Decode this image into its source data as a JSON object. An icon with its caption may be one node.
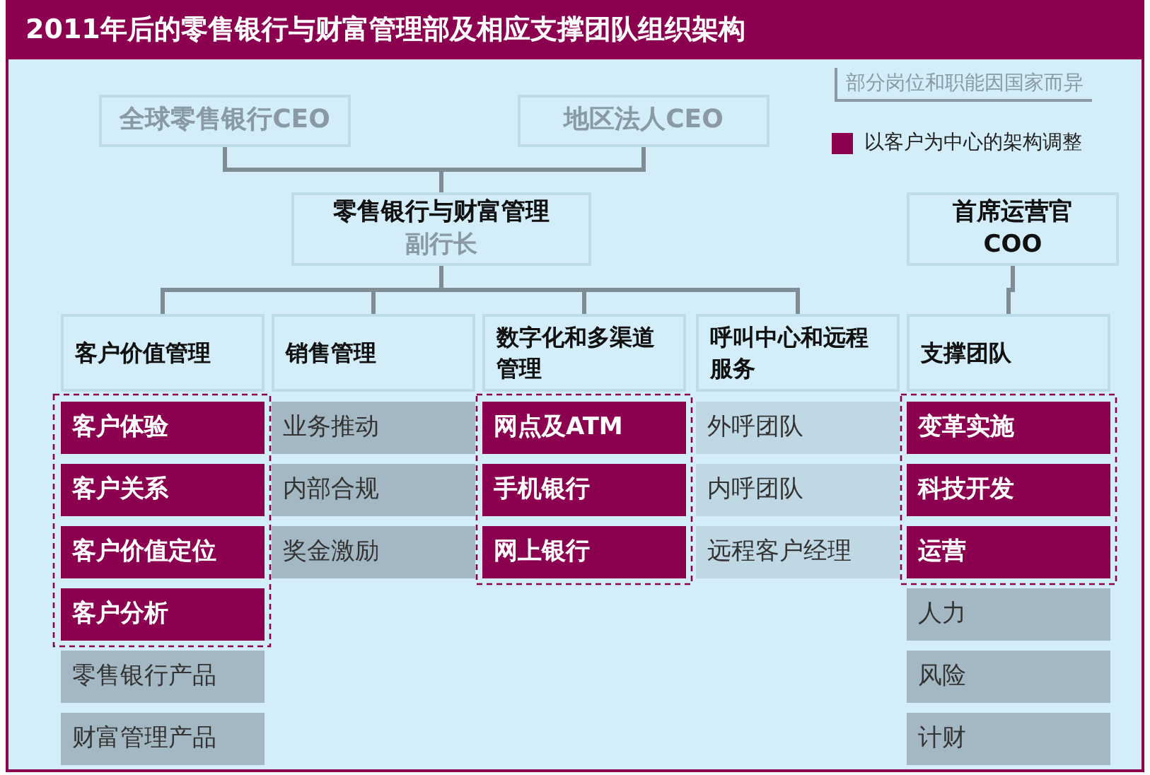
{
  "diagram": {
    "title": "2011年后的零售银行与财富管理部及相应支撑团队组织架构",
    "nodes": [
      {
        "text": [
          "全球零售银行CEO"
        ]
      },
      {
        "text": [
          "地区法人CEO"
        ]
      },
      {
        "text": [
          "零售银行与财富管理",
          "副行长"
        ]
      },
      {
        "text": [
          "首席运营官 COO"
        ]
      },
      {
        "text": [
          "客户价值管理"
        ]
      },
      {
        "text": [
          "销售管理"
        ]
      },
      {
        "text": [
          "数字化和多渠道管理"
        ]
      },
      {
        "text": [
          "呼叫中心和远程服务"
        ]
      },
      {
        "text": [
          "支撑团队"
        ]
      },
      {
        "text": [
          "客户体验"
        ]
      },
      {
        "text": [
          "客户关系"
        ]
      },
      {
        "text": [
          "客户价值定位"
        ]
      },
      {
        "text": [
          "客户分析"
        ]
      },
      {
        "text": [
          "零售银行产品"
        ]
      },
      {
        "text": [
          "财富管理产品"
        ]
      },
      {
        "text": [
          "业务推动"
        ]
      },
      {
        "text": [
          "内部合规"
        ]
      },
      {
        "text": [
          "奖金激励"
        ]
      },
      {
        "text": [
          "网点及ATM"
        ]
      },
      {
        "text": [
          "手机银行"
        ]
      },
      {
        "text": [
          "网上银行"
        ]
      },
      {
        "text": [
          "外呼团队"
        ]
      },
      {
        "text": [
          "内呼团队"
        ]
      },
      {
        "text": [
          "远程客户经理"
        ]
      },
      {
        "text": [
          "变革实施"
        ]
      },
      {
        "text": [
          "科技开发"
        ]
      },
      {
        "text": [
          "运营"
        ]
      },
      {
        "text": [
          "人力"
        ]
      },
      {
        "text": [
          "风险"
        ]
      },
      {
        "text": [
          "计财"
        ]
      }
    ],
    "edges": [
      {
        "from": 0,
        "to": 2,
        "arrow": "none"
      },
      {
        "from": 1,
        "to": 2,
        "arrow": "none"
      },
      {
        "from": 2,
        "to": 4,
        "arrow": "none"
      },
      {
        "from": 2,
        "to": 5,
        "arrow": "none"
      },
      {
        "from": 2,
        "to": 6,
        "arrow": "none"
      },
      {
        "from": 2,
        "to": 7,
        "arrow": "none"
      },
      {
        "from": 3,
        "to": 8,
        "arrow": "none"
      }
    ],
    "labels": [
      "部分岗位和职能因国家而异"
    ],
    "legend": [
      {
        "text": "以客户为中心的架构调整",
        "color": "#8c0050"
      }
    ]
  }
}
